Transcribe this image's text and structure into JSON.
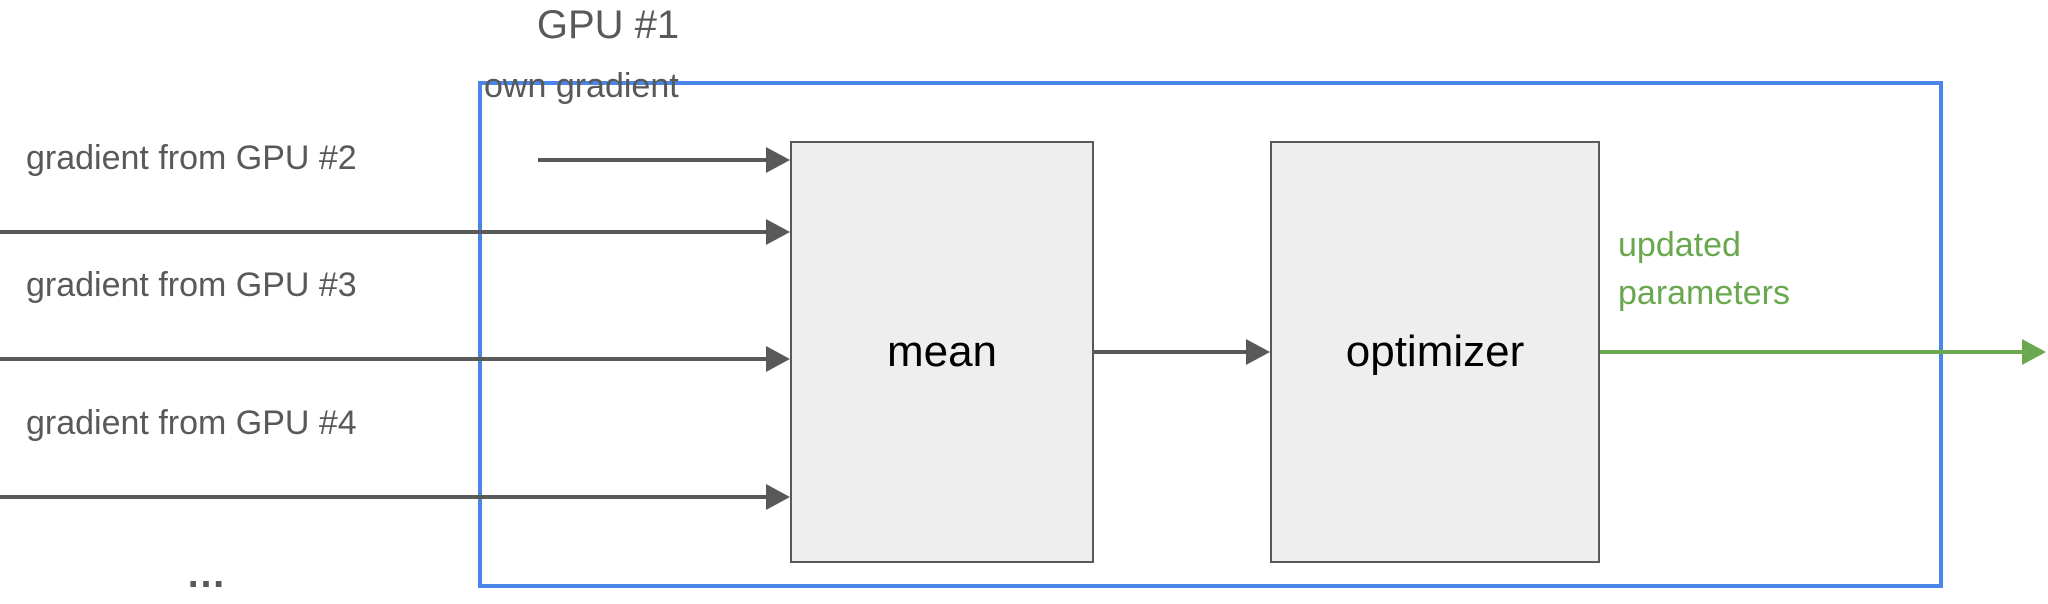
{
  "diagram": {
    "title": "GPU #1",
    "group": {
      "label": "GPU #1",
      "border_color": "#4a86e8"
    },
    "nodes": [
      {
        "id": "mean",
        "label": "mean"
      },
      {
        "id": "optimizer",
        "label": "optimizer"
      }
    ],
    "edges": [
      {
        "id": "own-gradient",
        "label": "own gradient",
        "color": "#595959"
      },
      {
        "id": "gradient-gpu-2",
        "label": "gradient from GPU #2",
        "color": "#595959"
      },
      {
        "id": "gradient-gpu-3",
        "label": "gradient from GPU #3",
        "color": "#595959"
      },
      {
        "id": "gradient-gpu-4",
        "label": "gradient from GPU #4",
        "color": "#595959"
      },
      {
        "id": "mean-to-optimizer",
        "label": "",
        "color": "#595959"
      },
      {
        "id": "updated-parameters",
        "label": "updated parameters",
        "color": "#6aa84f"
      }
    ],
    "continuation": "…",
    "updated_parameters_line_1": "updated",
    "updated_parameters_line_2": "parameters",
    "colors": {
      "group_border": "#4a86e8",
      "node_fill": "#eeeeee",
      "node_border": "#595959",
      "arrow_gray": "#595959",
      "arrow_green": "#6aa84f",
      "text_gray": "#595959",
      "text_black": "#000000",
      "background": "#ffffff"
    }
  }
}
